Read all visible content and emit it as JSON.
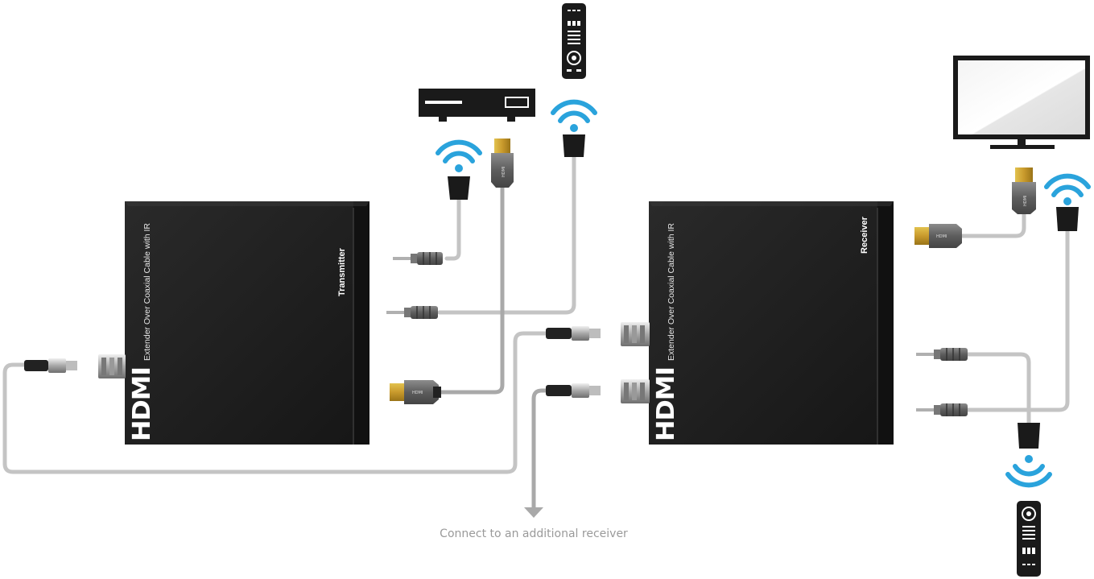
{
  "transmitter": {
    "title": "Transmitter",
    "subtitle": "Extender Over Coaxial Cable with IR",
    "logo": "HDMI"
  },
  "receiver": {
    "title": "Receiver",
    "subtitle": "Extender Over Coaxial Cable with IR",
    "logo": "HDMI"
  },
  "plug_text": "HDMI",
  "caption": "Connect to an additional receiver",
  "colors": {
    "box": "#1c1c1c",
    "cable": "#c4c4c4",
    "wave": "#2aa3dc",
    "caption": "#9a9a9a"
  },
  "icons": [
    "remote-control-icon",
    "source-player-icon",
    "tv-icon",
    "ir-wave-icon",
    "hdmi-plug-icon",
    "bnc-connector-icon",
    "audio-jack-icon"
  ]
}
